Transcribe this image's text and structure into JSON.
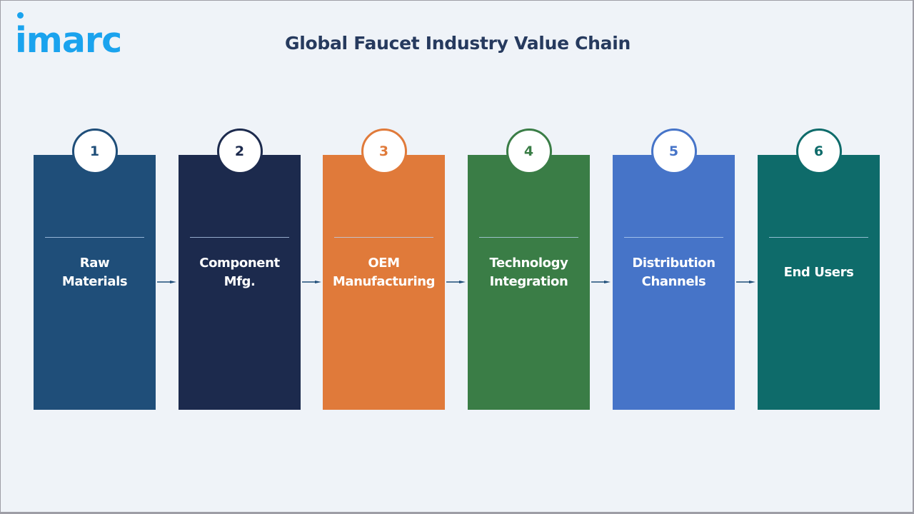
{
  "logo": {
    "text": "imarc",
    "color": "#1aa3ee"
  },
  "title": "Global Faucet Industry Value Chain",
  "stages": [
    {
      "number": "1",
      "label": "Raw\nMaterials",
      "color": "#1f4e79"
    },
    {
      "number": "2",
      "label": "Component\nMfg.",
      "color": "#1c2a4d"
    },
    {
      "number": "3",
      "label": "OEM\nManufacturing",
      "color": "#e07a3a"
    },
    {
      "number": "4",
      "label": "Technology\nIntegration",
      "color": "#3a7d46"
    },
    {
      "number": "5",
      "label": "Distribution\nChannels",
      "color": "#4674c8"
    },
    {
      "number": "6",
      "label": "End Users",
      "color": "#0e6b6a"
    }
  ],
  "arrow_color": "#1f4e79"
}
